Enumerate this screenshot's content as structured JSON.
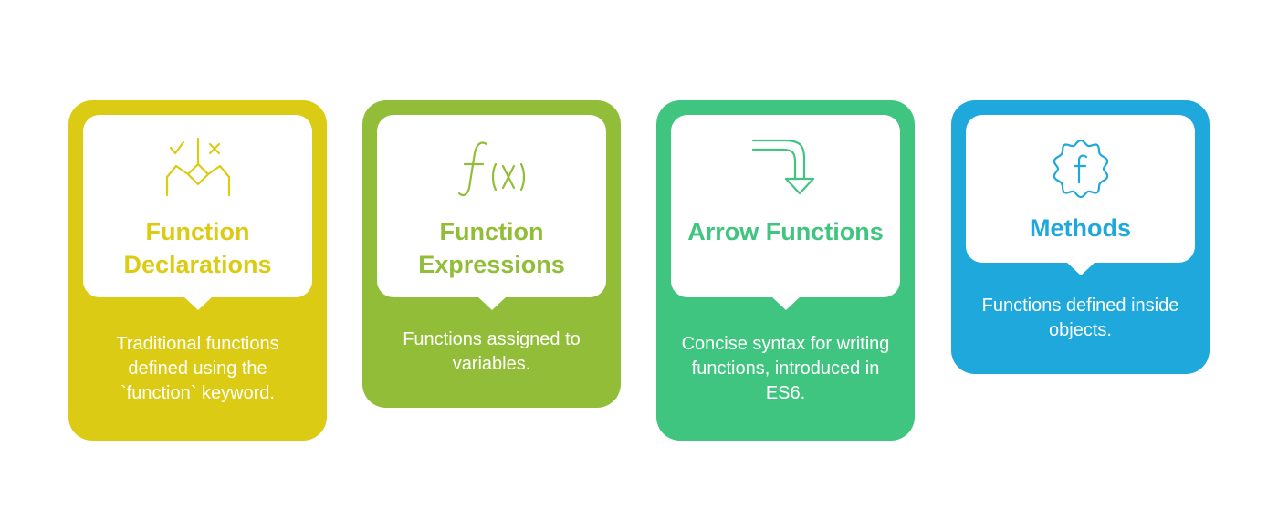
{
  "cards": [
    {
      "title": "Function Declarations",
      "description": "Traditional functions defined using the `function` keyword.",
      "icon": "check-cross-diamond-icon",
      "color": "#dccb14"
    },
    {
      "title": "Function Expressions",
      "description": "Functions assigned to variables.",
      "icon": "function-fx-icon",
      "color": "#92bd38"
    },
    {
      "title": "Arrow Functions",
      "description": "Concise syntax for writing functions, introduced in ES6.",
      "icon": "curved-arrow-down-icon",
      "color": "#3fc57f"
    },
    {
      "title": "Methods",
      "description": "Functions defined inside objects.",
      "icon": "gear-f-icon",
      "color": "#1fa8dc"
    }
  ]
}
